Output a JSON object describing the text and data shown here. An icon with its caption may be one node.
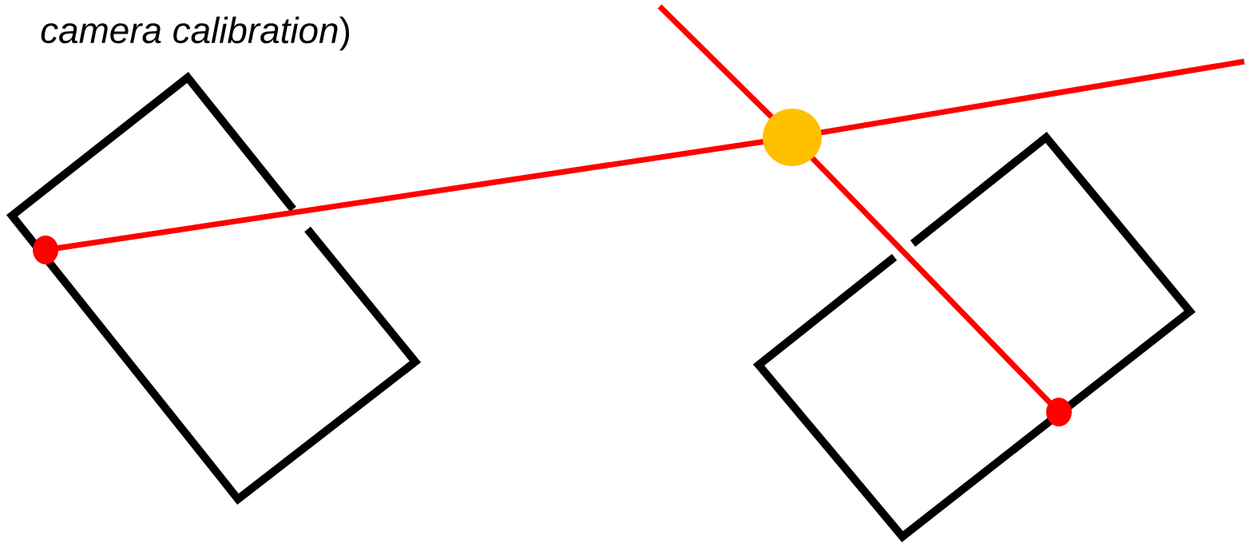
{
  "diagram": {
    "nodes": [
      {
        "text": [],
        "shape": "circle"
      },
      {
        "text": [],
        "shape": "circle"
      },
      {
        "text": [],
        "shape": "circle"
      }
    ],
    "edges": [
      {
        "from": 0,
        "to": 1,
        "arrow": "none"
      },
      {
        "from": 1,
        "to": null,
        "arrow": "none"
      },
      {
        "from": null,
        "to": 1,
        "arrow": "none"
      },
      {
        "from": 1,
        "to": 2,
        "arrow": "none"
      }
    ],
    "labels": [
      "*camera calibration*)"
    ]
  }
}
